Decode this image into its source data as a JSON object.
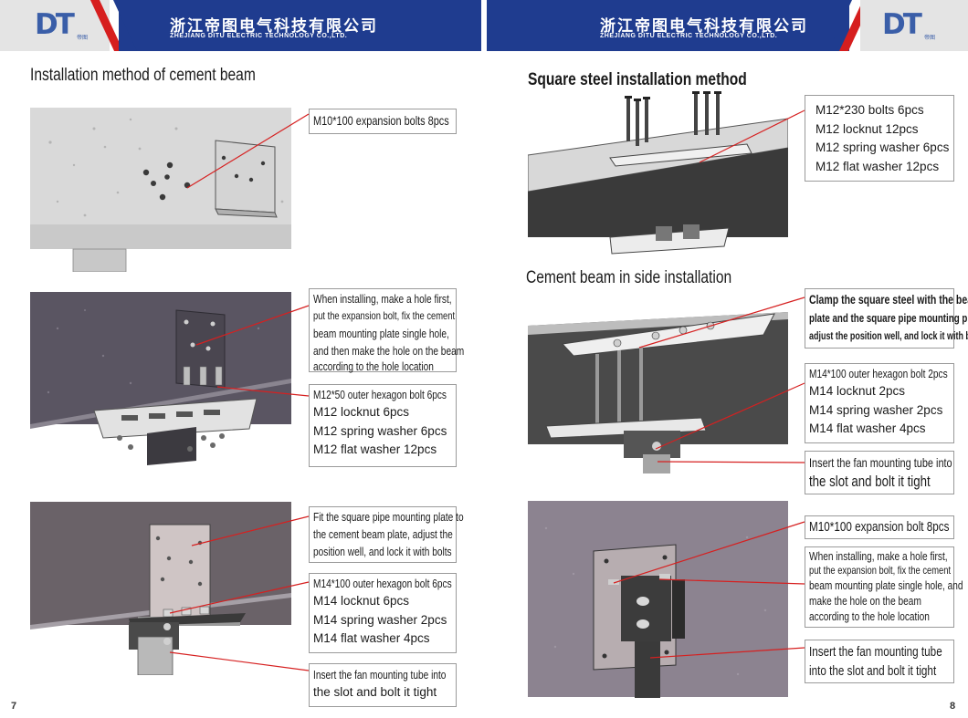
{
  "header": {
    "logo_text": "DT",
    "logo_sub": "帝图",
    "company_cn": "浙江帝图电气科技有限公司",
    "company_en": "ZHEJIANG DITU ELECTRIC TECHNOLOGY CO.,LTD."
  },
  "left_page": {
    "title": "Installation method of cement beam",
    "page_number": "7",
    "callout1": [
      "M10*100 expansion bolts 8pcs"
    ],
    "callout2_note": [
      "When installing, make a hole first,",
      "put the expansion bolt, fix the cement",
      "beam mounting plate single hole,",
      "and then make the hole on the beam",
      "according to the hole location"
    ],
    "callout2_parts": [
      "M12*50 outer hexagon bolt  6pcs",
      "M12  locknut  6pcs",
      "M12 spring washer 6pcs",
      "M12 flat washer 12pcs"
    ],
    "callout3_note": [
      "Fit the square pipe mounting plate to",
      "the cement beam plate, adjust the",
      "position well, and lock it with bolts"
    ],
    "callout3_parts": [
      "M14*100 outer hexagon bolt 6pcs",
      "M14 locknut 6pcs",
      "M14 spring washer  2pcs",
      "M14 flat washer 4pcs"
    ],
    "callout3_tube": [
      "Insert the fan mounting tube into",
      "the slot and bolt it tight"
    ]
  },
  "right_page": {
    "title1": "Square steel installation method",
    "title2": "Cement beam in side installation",
    "page_number": "8",
    "callout1": [
      "M12*230  bolts  6pcs",
      "M12 locknut 12pcs",
      "M12 spring washer 6pcs",
      "M12 flat washer 12pcs"
    ],
    "callout2_note": [
      "Clamp the square steel with the beam",
      "plate and the square pipe mounting plate,",
      "adjust the position well, and lock it with bolts"
    ],
    "callout2_parts": [
      "M14*100 outer hexagon bolt  2pcs",
      "M14 locknut 2pcs",
      "M14 spring washer 2pcs",
      "M14 flat washer 4pcs"
    ],
    "callout2_tube": [
      "Insert the fan mounting tube into",
      "the slot and bolt it tight"
    ],
    "callout3_bolts": [
      "M10*100 expansion bolt 8pcs"
    ],
    "callout3_note": [
      "When installing, make a hole first,",
      "put the expansion bolt, fix the  cement",
      "beam mounting plate single hole, and",
      "make the hole on the beam",
      "according to the hole location"
    ],
    "callout3_tube": [
      "Insert the fan mounting tube",
      "into the slot and bolt it tight"
    ]
  },
  "colors": {
    "header_blue": "#1f3c8f",
    "header_red": "#d61e1e",
    "logo_blue": "#3a5ea8",
    "leader_red": "#d62020"
  },
  "icons": [
    "company-logo-icon"
  ]
}
